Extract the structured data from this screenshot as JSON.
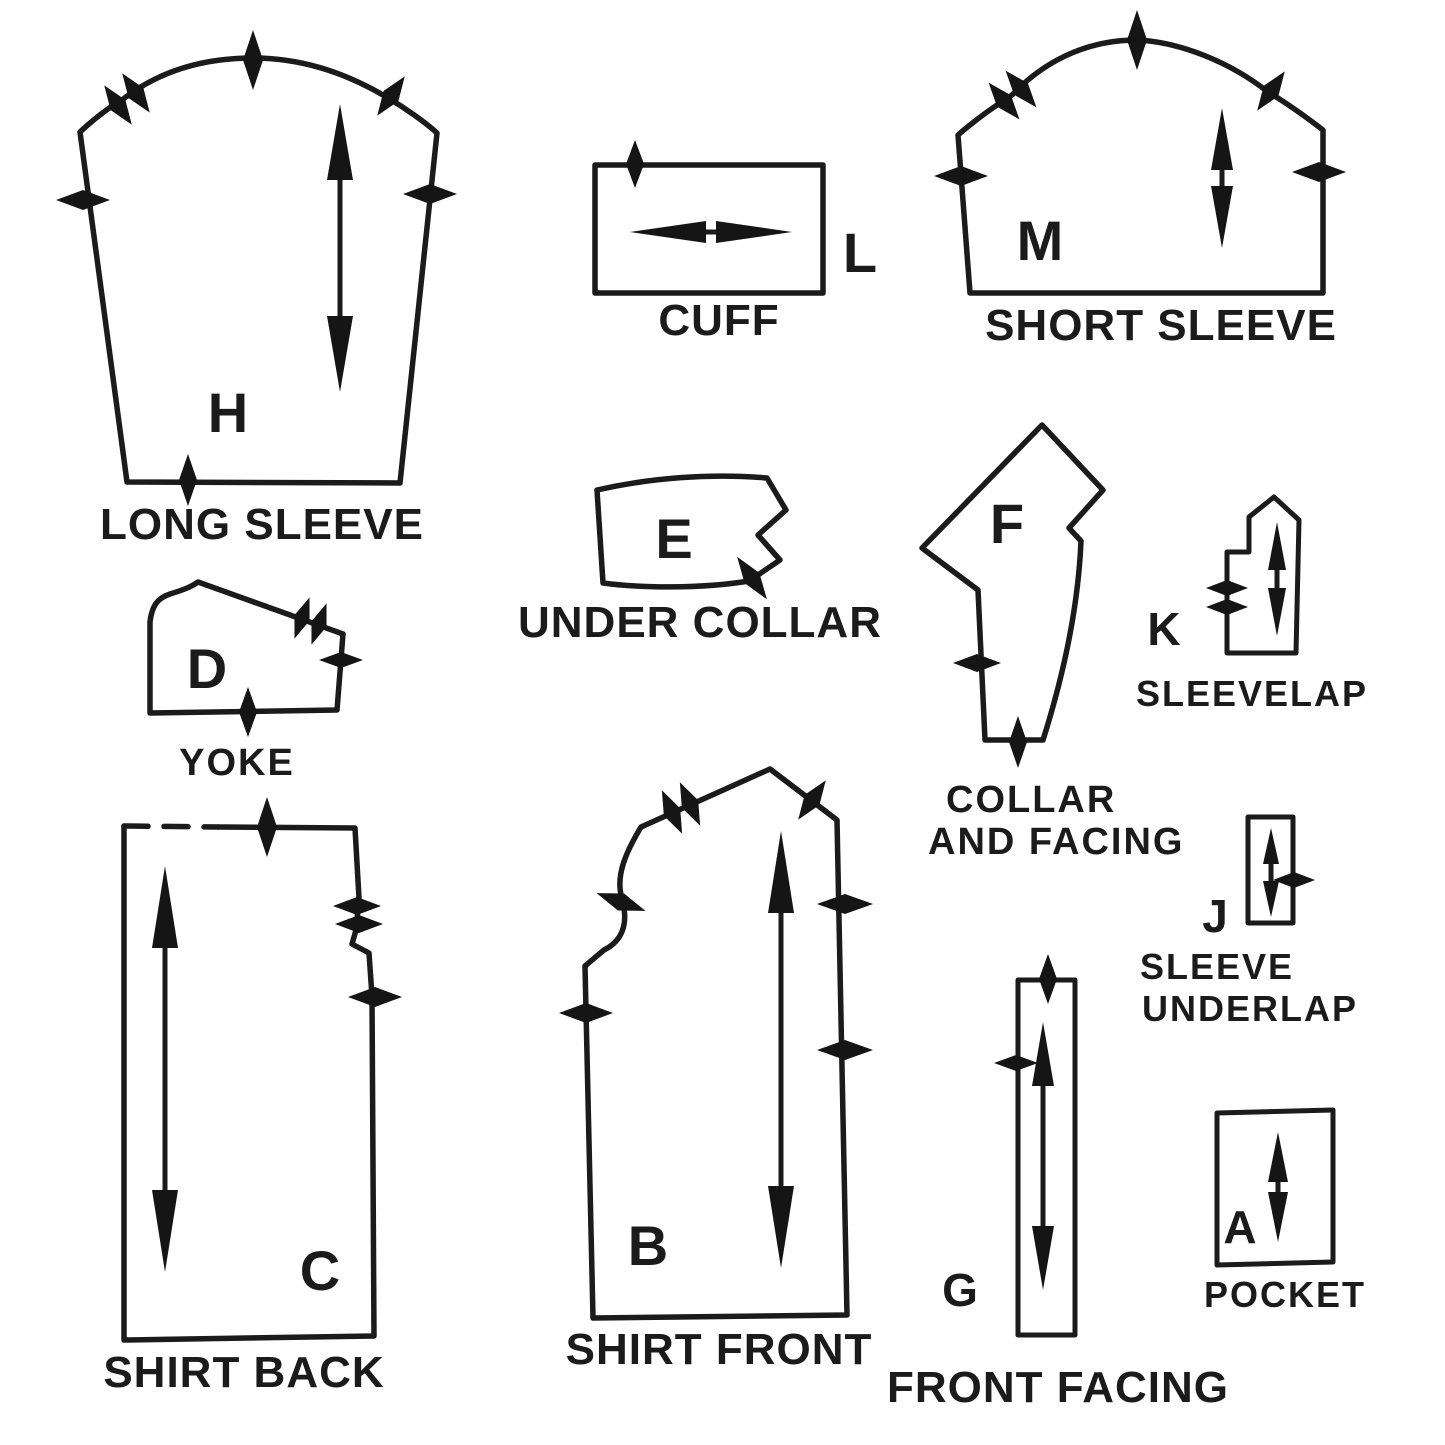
{
  "figure": {
    "kind": "sewing pattern pieces diagram",
    "ink_color": "#1b1b1b",
    "background_color": "#ffffff"
  },
  "pieces": {
    "long_sleeve": {
      "letter": "H",
      "name": "LONG SLEEVE"
    },
    "cuff": {
      "letter": "L",
      "name": "CUFF"
    },
    "short_sleeve": {
      "letter": "M",
      "name": "SHORT SLEEVE"
    },
    "under_collar": {
      "letter": "E",
      "name": "UNDER COLLAR"
    },
    "collar_and_facing": {
      "letter": "F",
      "name_line1": "COLLAR",
      "name_line2": "AND FACING"
    },
    "sleevelap": {
      "letter": "K",
      "name": "SLEEVELAP"
    },
    "yoke": {
      "letter": "D",
      "name": "YOKE"
    },
    "shirt_back": {
      "letter": "C",
      "name": "SHIRT BACK"
    },
    "shirt_front": {
      "letter": "B",
      "name": "SHIRT FRONT"
    },
    "front_facing": {
      "letter": "G",
      "name": "FRONT FACING"
    },
    "sleeve_underlap": {
      "letter": "J",
      "name_line1": "SLEEVE",
      "name_line2": "UNDERLAP"
    },
    "pocket": {
      "letter": "A",
      "name": "POCKET"
    }
  }
}
